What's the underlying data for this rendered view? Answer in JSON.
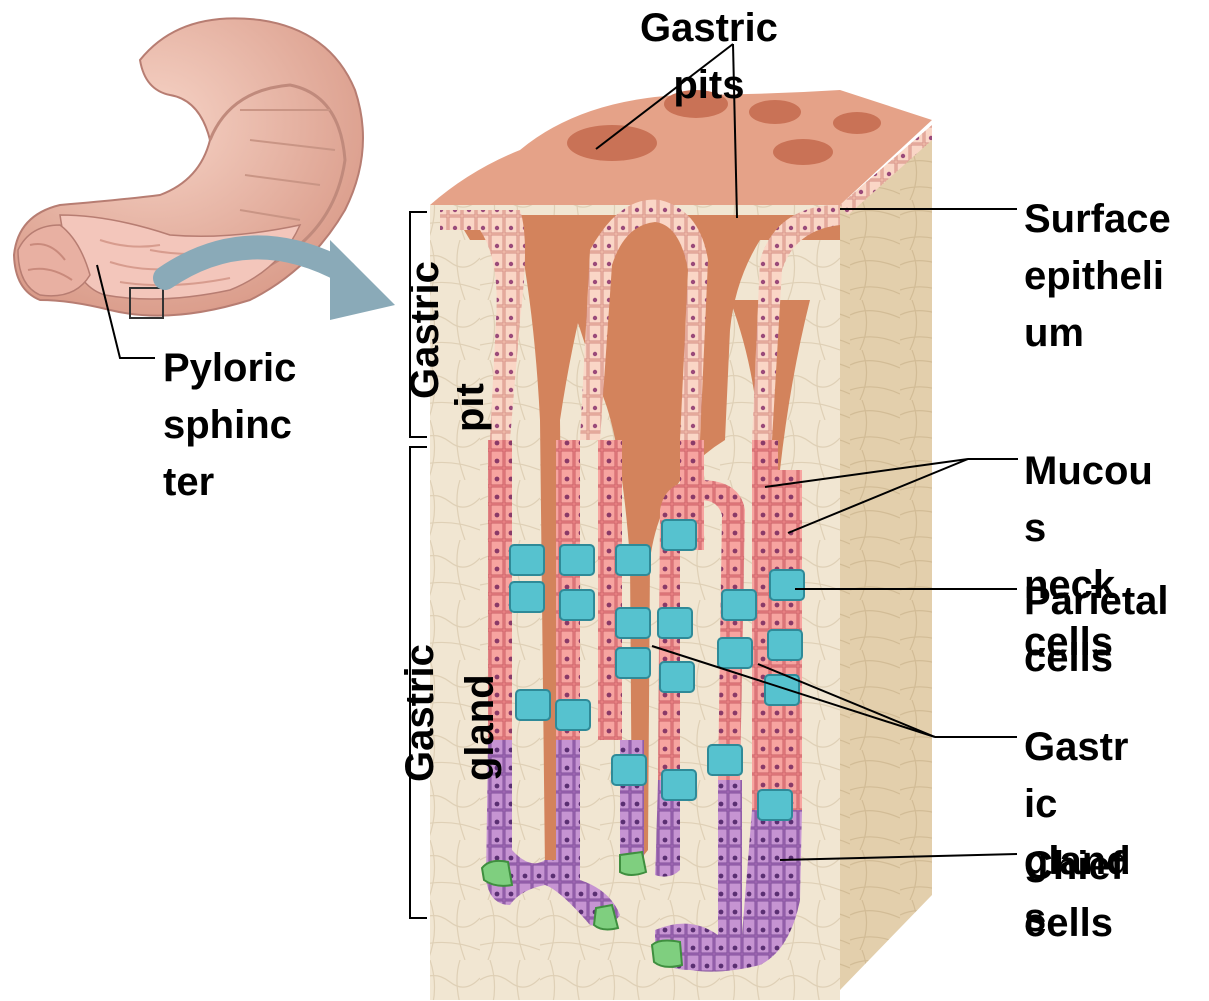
{
  "labels": {
    "gastric_pits": "Gastric\npits",
    "surface_epithelium": "Surface\nepitheli\num",
    "pyloric_sphincter": "Pyloric\nsphinc\nter",
    "gastric_pit": "Gastric\npit",
    "gastric_pit_line1": "Gastric",
    "gastric_pit_line2": "pit",
    "mucous_neck_cells": "Mucou\ns\nneck\ncells",
    "parietal_cells": "Parietal\ncells",
    "gastric_gland_side": "Gastric\ngland",
    "gastric_gland_side_line1": "Gastric",
    "gastric_gland_side_line2": "gland",
    "gastric_glands": "Gastr\nic\ngland\ns",
    "chief_cells": "Chief\ncells"
  },
  "colors": {
    "lumen": "#d3835c",
    "surface": "#e5a288",
    "mucosa_bg": "#efe3cd",
    "side_face": "#e2cfae",
    "mucous_cells": "#f18d8d",
    "surface_cells": "#f6c3b2",
    "parietal_cells": "#56c2cf",
    "chief_cells": "#b884c6",
    "enteroendocrine": "#7fcf7f",
    "stomach": "#eab8a9",
    "arrow": "#8aaab8"
  }
}
